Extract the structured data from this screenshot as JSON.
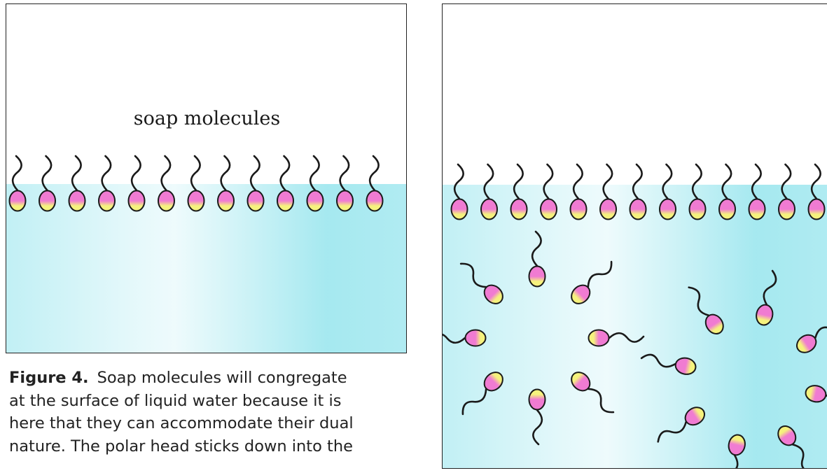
{
  "figure": {
    "panel_label": "soap molecules",
    "caption_label": "Figure 4.",
    "caption_lines": [
      "Soap molecules will congregate",
      "at the surface of liquid water because it is",
      "here that they can accommodate their dual",
      "nature. The polar head sticks down into the"
    ]
  },
  "colors": {
    "water": "#8fe3ec",
    "head_pink": "#f07bd2",
    "head_yellow": "#f5f27d",
    "tail": "#1a1a1a",
    "border": "#222222"
  }
}
